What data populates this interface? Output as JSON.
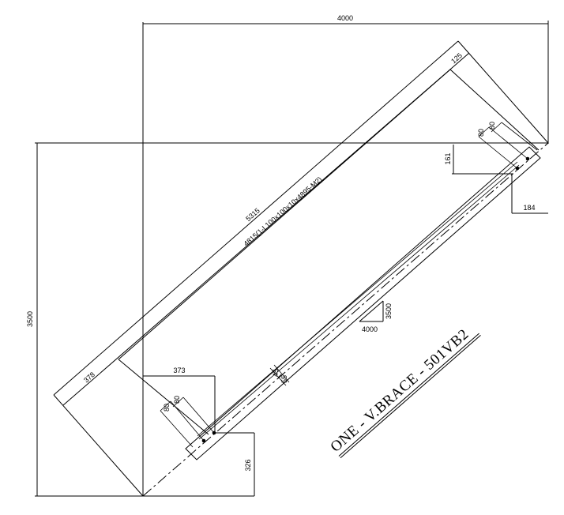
{
  "drawing": {
    "title": "ONE - V.BRACE - 501VB2",
    "dimensions": {
      "overall_width": "4000",
      "overall_height": "3500",
      "slope_run": "4000",
      "slope_rise": "3500",
      "brace_length": "5315",
      "member_callout": "4815(1-L100x100x10x4895-M2)",
      "top_offset": "125",
      "bottom_offset": "378",
      "bottom_horizontal": "373",
      "bottom_vertical": "326",
      "top_horizontal": "184",
      "top_vertical": "161",
      "bottom_bolt_pitch_a": "80",
      "bottom_bolt_pitch_b": "80",
      "top_bolt_pitch_a": "80",
      "top_bolt_pitch_b": "80",
      "gauge_a": "45",
      "gauge_b": "55"
    }
  }
}
